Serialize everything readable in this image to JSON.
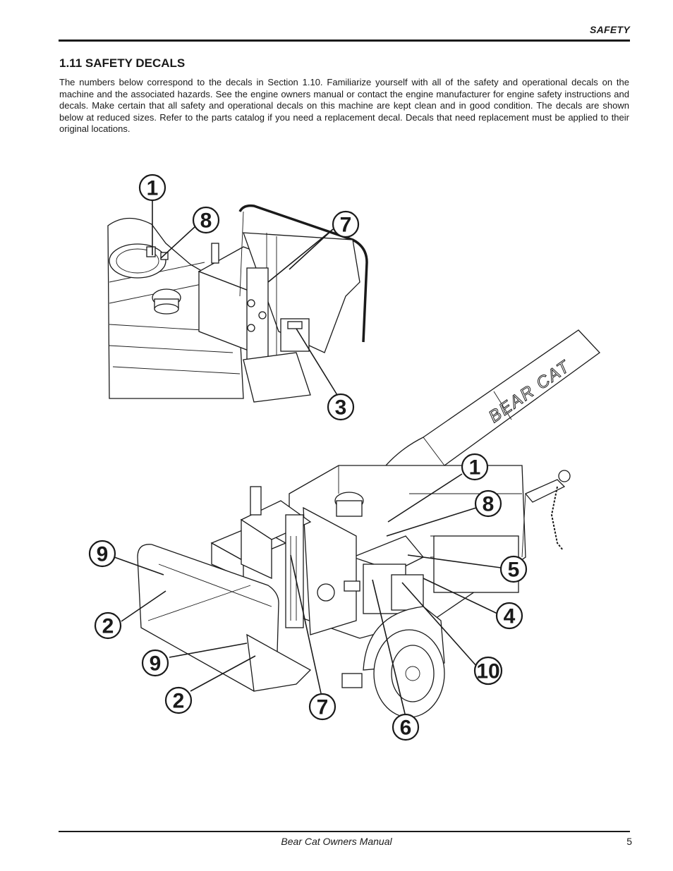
{
  "header": {
    "section_label": "SAFETY"
  },
  "section": {
    "title": "1.11  SAFETY DECALS",
    "intro": "The numbers below correspond to the decals in Section 1.10.  Familiarize yourself with all of the safety and operational decals on the  machine and the associated hazards.  See the engine owners manual or contact the engine manufacturer for engine safety instructions and decals.  Make certain that all safety and operational decals on this machine are kept clean and in good condition.  The decals are shown below at reduced sizes.  Refer to the parts catalog if you need a replacement decal.  Decals that need replacement must be applied to their original locations."
  },
  "figure": {
    "brand_mark": "BEAR CAT",
    "callouts": {
      "top_1": "1",
      "top_8": "8",
      "top_7": "7",
      "top_3": "3",
      "bottom_1": "1",
      "bottom_8": "8",
      "bottom_5": "5",
      "bottom_4": "4",
      "bottom_10": "10",
      "bottom_6": "6",
      "bottom_7": "7",
      "left_9a": "9",
      "left_2a": "2",
      "left_9b": "9",
      "left_2b": "2"
    }
  },
  "footer": {
    "title": "Bear Cat Owners Manual",
    "page_number": "5"
  }
}
